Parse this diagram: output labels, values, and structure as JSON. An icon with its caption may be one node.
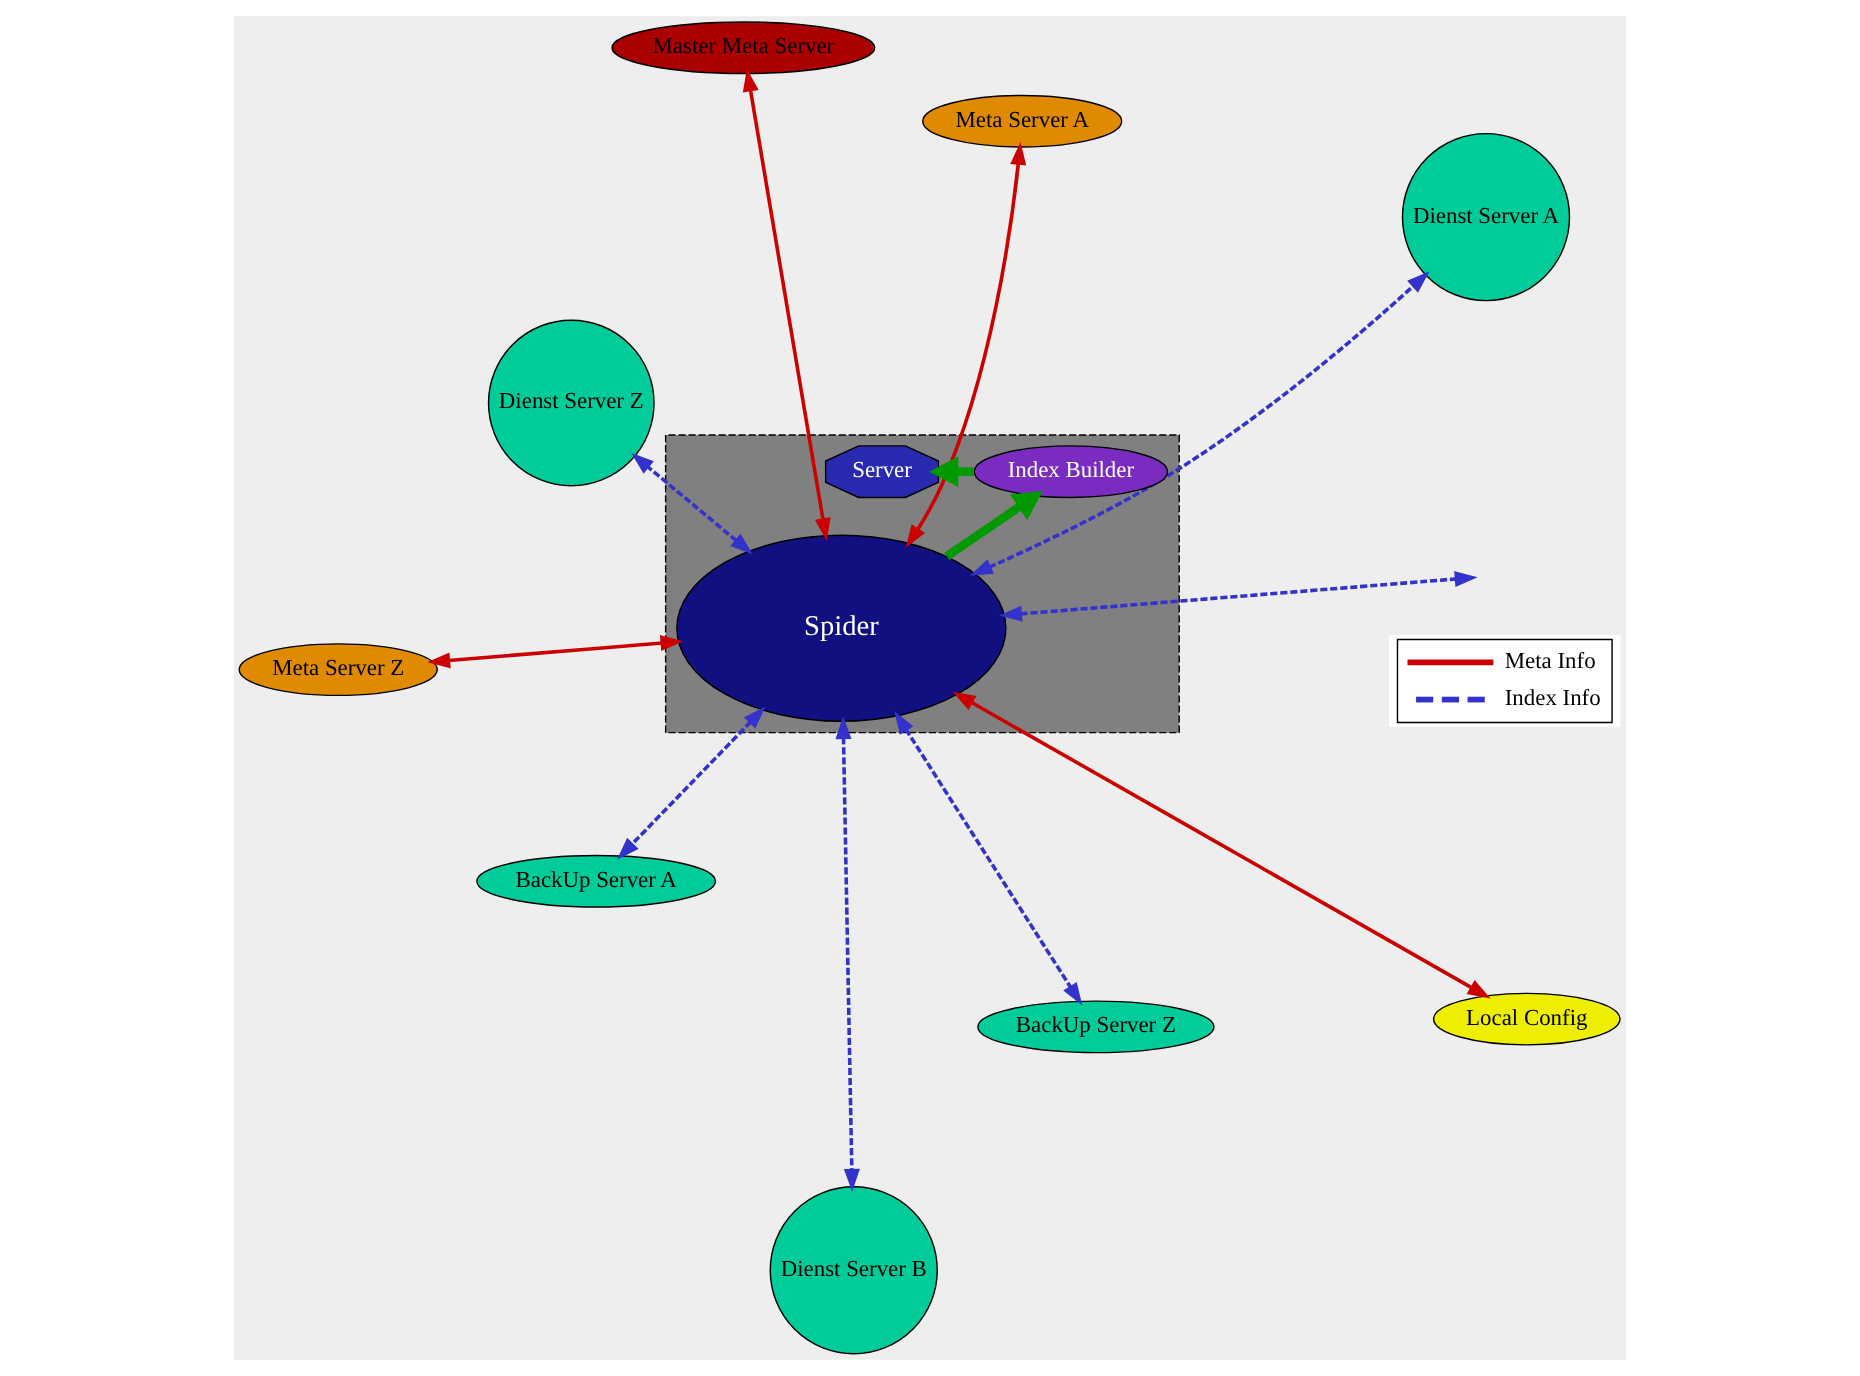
{
  "diagram": {
    "nodes": [
      {
        "text": [
          "Dienst Server A"
        ]
      },
      {
        "text": [
          "Dienst Server B"
        ]
      },
      {
        "text": [
          "Dienst Server Z"
        ]
      },
      {
        "text": [
          "Meta Server A"
        ]
      },
      {
        "text": [
          "Master Meta Server"
        ]
      },
      {
        "text": [],
        "shape": "box"
      },
      {
        "text": [
          "Spider"
        ],
        "in": 5
      },
      {
        "text": [
          "Meta Server Z"
        ]
      },
      {
        "text": [
          "Local Config"
        ]
      },
      {
        "text": [
          "Index Builder"
        ],
        "in": 5
      },
      {
        "text": [
          "BackUp Server A"
        ]
      },
      {
        "text": [
          "Server"
        ],
        "in": 5
      },
      {
        "text": [
          "BackUp Server Z"
        ]
      }
    ],
    "edges": [
      {
        "from": 6,
        "to": 0,
        "arrow": "both",
        "style": "dashed"
      },
      {
        "from": 6,
        "to": 1,
        "arrow": "both",
        "style": "dashed"
      },
      {
        "from": 6,
        "to": 2,
        "arrow": "both",
        "style": "dashed"
      },
      {
        "from": 6,
        "to": 3,
        "arrow": "both",
        "color": "#cc0000"
      },
      {
        "from": 6,
        "to": 4,
        "arrow": "both",
        "color": "#cc0000"
      },
      {
        "from": 6,
        "to": 7,
        "arrow": "both",
        "color": "#cc0000"
      },
      {
        "from": 6,
        "to": 8,
        "arrow": "both",
        "color": "#cc0000"
      },
      {
        "from": 6,
        "to": 9,
        "arrow": "to",
        "style": "thick",
        "color": "#009900"
      },
      {
        "from": 9,
        "to": 11,
        "arrow": "to",
        "style": "thick",
        "color": "#009900"
      },
      {
        "from": 6,
        "to": 10,
        "arrow": "both",
        "style": "dashed"
      },
      {
        "from": 6,
        "to": null,
        "arrow": "both",
        "style": "dashed"
      },
      {
        "from": 6,
        "to": 12,
        "arrow": "both",
        "style": "dashed"
      }
    ],
    "legend": [
      {
        "text": "Meta Info"
      },
      {
        "text": "Index Info"
      }
    ]
  }
}
